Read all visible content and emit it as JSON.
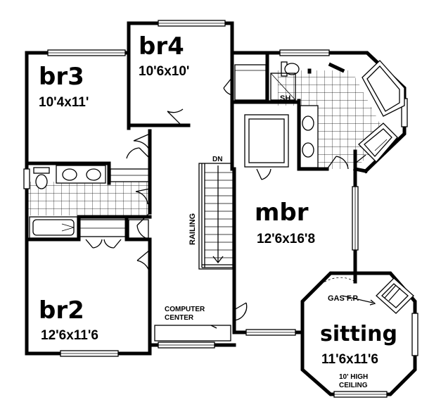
{
  "rooms": {
    "br4": {
      "name": "br4",
      "size": "10'6x10'"
    },
    "br3": {
      "name": "br3",
      "size": "10'4x11'"
    },
    "br2": {
      "name": "br2",
      "size": "12'6x11'6"
    },
    "mbr": {
      "name": "mbr",
      "size": "12'6x16'8"
    },
    "sitting": {
      "name": "sitting",
      "size": "11'6x11'6",
      "note_line1": "10' HIGH",
      "note_line2": "CEILING"
    }
  },
  "labels": {
    "shower": "SH",
    "stair_down": "DN",
    "railing": "RAILING",
    "computer_line1": "COMPUTER",
    "computer_line2": "CENTER",
    "fireplace": "GAS F.P."
  }
}
